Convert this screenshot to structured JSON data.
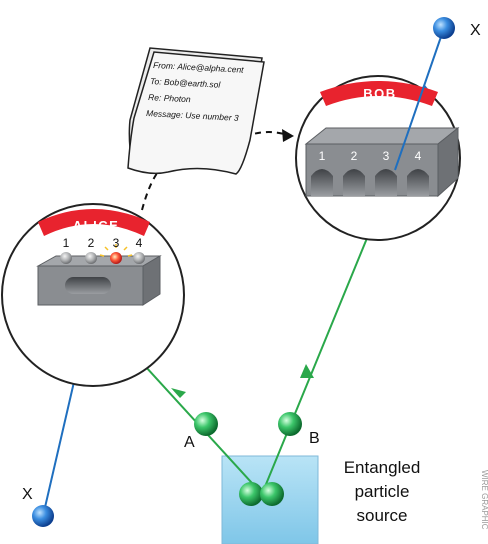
{
  "alice": {
    "banner": "ALICE",
    "slots": [
      "1",
      "2",
      "3",
      "4"
    ],
    "active_slot": 3
  },
  "bob": {
    "banner": "BOB",
    "slots": [
      "1",
      "2",
      "3",
      "4"
    ]
  },
  "message": {
    "from": "From: Alice@alpha.cent",
    "to": "To: Bob@earth.sol",
    "re": "Re: Photon",
    "body": "Message: Use number 3"
  },
  "photons": {
    "x_left": "X",
    "x_right": "X",
    "a": "A",
    "b": "B"
  },
  "source": {
    "line1": "Entangled",
    "line2": "particle",
    "line3": "source"
  },
  "credit": "WIRE GRAPHIC",
  "colors": {
    "banner_red": "#e8232e",
    "beam_blue": "#1f6fbf",
    "beam_green": "#2aa84a",
    "source_blue": "#8fd0ee",
    "device_gray": "#8a8d91"
  }
}
